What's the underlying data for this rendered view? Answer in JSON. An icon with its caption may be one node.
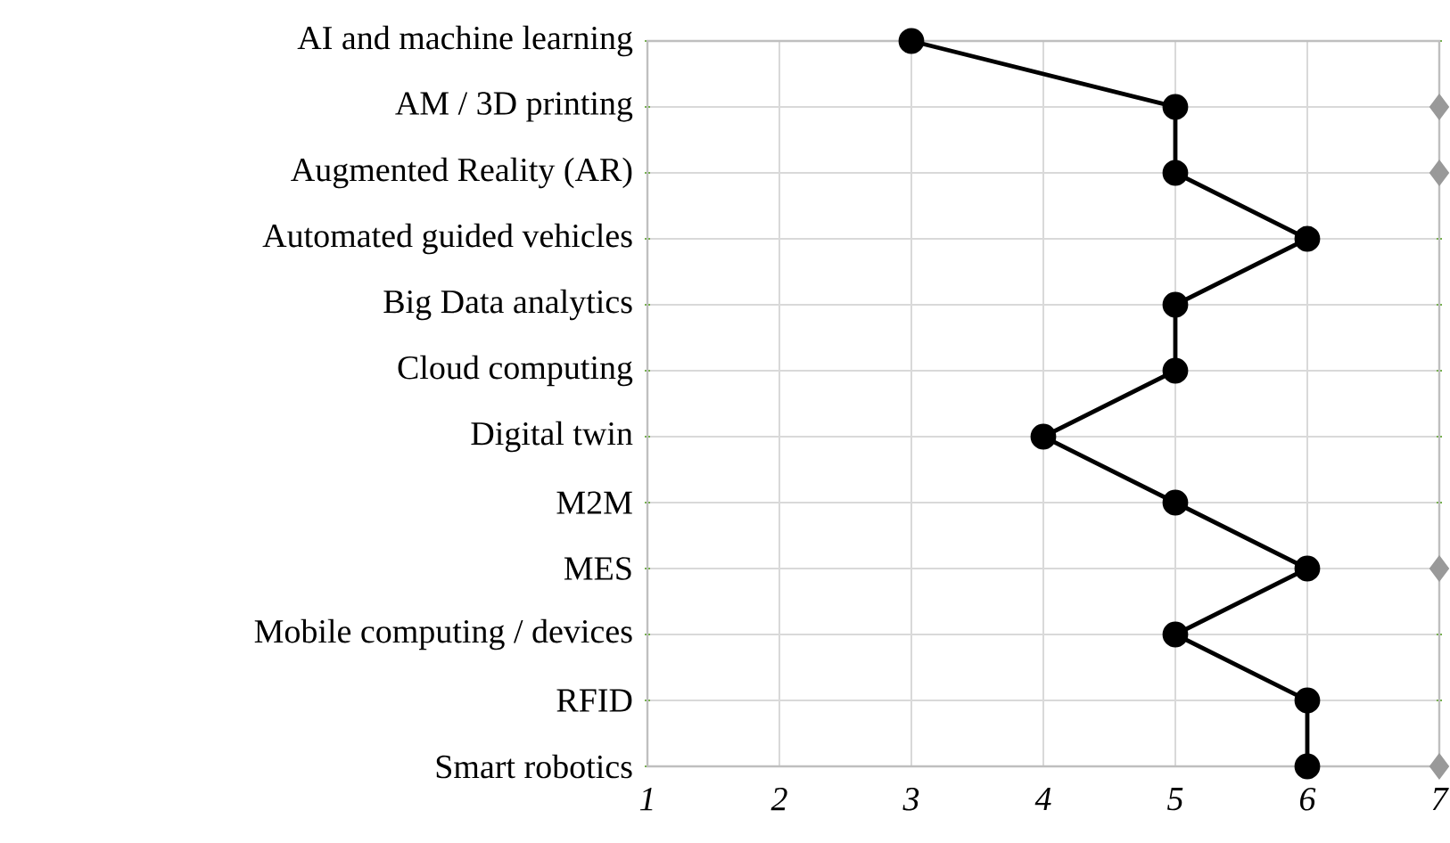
{
  "diagram": {
    "chart_data": {
      "type": "line",
      "orientation": "horizontal",
      "categories": [
        "AI and machine learning",
        "AM / 3D printing",
        "Augmented Reality (AR)",
        "Automated guided vehicles",
        "Big Data analytics",
        "Cloud computing",
        "Digital twin",
        "M2M",
        "MES",
        "Mobile computing / devices",
        "RFID",
        "Smart robotics"
      ],
      "series": [
        {
          "type": "line",
          "marker": "circle",
          "color": "#000000",
          "values": [
            3,
            5,
            5,
            6,
            5,
            5,
            4,
            5,
            6,
            5,
            6,
            6
          ]
        },
        {
          "type": "scatter",
          "marker": "diamond",
          "color": "#999999",
          "values": [
            null,
            7,
            7,
            null,
            null,
            null,
            null,
            null,
            7,
            null,
            null,
            7
          ]
        }
      ],
      "xlim": [
        1,
        7
      ],
      "grid": true,
      "xticks": [
        1,
        2,
        3,
        4,
        5,
        6,
        7
      ]
    }
  }
}
